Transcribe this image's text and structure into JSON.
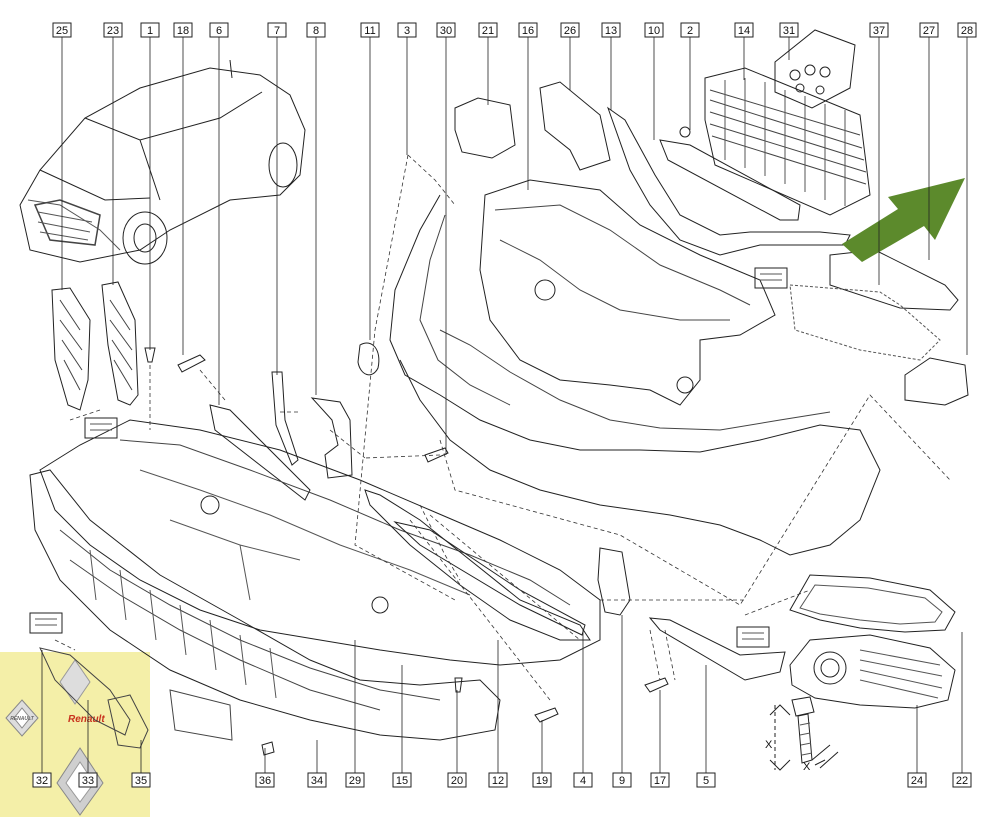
{
  "diagram": {
    "top_callouts": [
      "25",
      "23",
      "1",
      "18",
      "6",
      "7",
      "8",
      "11",
      "3",
      "30",
      "21",
      "16",
      "26",
      "13",
      "10",
      "2",
      "14",
      "31",
      "37",
      "27",
      "28"
    ],
    "bottom_callouts": [
      "32",
      "33",
      "35",
      "36",
      "34",
      "29",
      "15",
      "20",
      "12",
      "19",
      "4",
      "9",
      "17",
      "5",
      "24",
      "22"
    ],
    "dimension_label": "X",
    "colors": {
      "line": "#222222",
      "callout_box": "#ffffff",
      "arrow": "#5c8a2c",
      "logo_panel": "#f4efa8"
    },
    "logo_text": "RENAULT",
    "watermark_text": "Renault"
  }
}
